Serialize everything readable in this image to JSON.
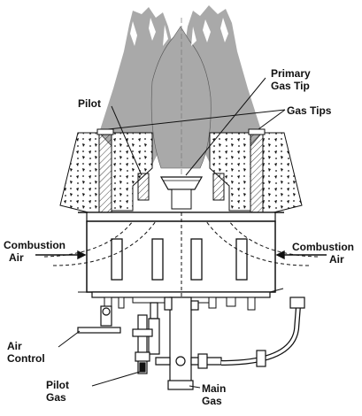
{
  "labels": {
    "primary_gas_tip": [
      "Primary",
      "Gas Tip"
    ],
    "pilot": "Pilot",
    "gas_tips": "Gas Tips",
    "combustion_air_left": [
      "Combustion",
      "Air"
    ],
    "combustion_air_right": [
      "Combustion",
      "Air"
    ],
    "air_control": [
      "Air",
      "Control"
    ],
    "pilot_gas": [
      "Pilot",
      "Gas"
    ],
    "main_gas": [
      "Main",
      "Gas"
    ]
  },
  "colors": {
    "line": "#111111",
    "flame": "#a9a9a9",
    "refractory": "#d6d6d6",
    "background": "#ffffff"
  }
}
